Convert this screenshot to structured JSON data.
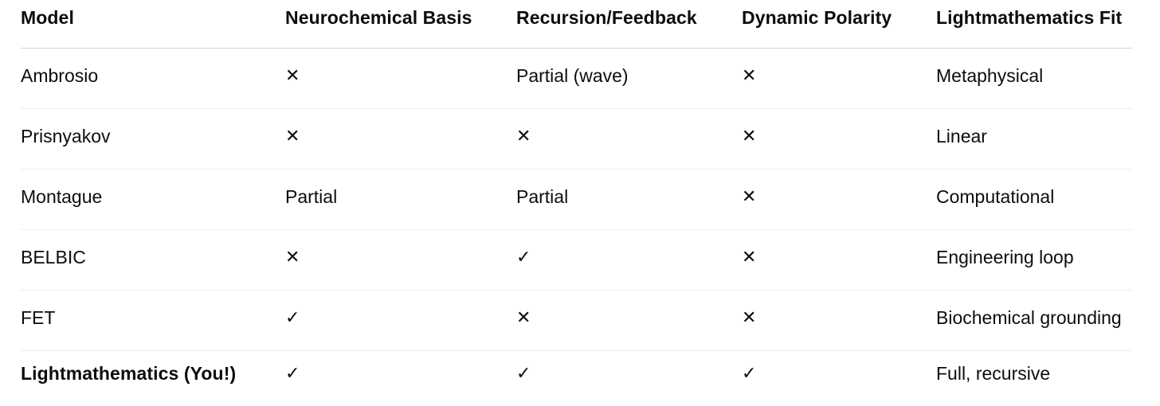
{
  "colors": {
    "background": "#ffffff",
    "text": "#0d0d0d",
    "header_border": "#d2d2d2",
    "row_border": "#ededed"
  },
  "marks": {
    "yes": "✓",
    "no": "✕"
  },
  "table": {
    "columns": [
      "Model",
      "Neurochemical Basis",
      "Recursion/Feedback",
      "Dynamic Polarity",
      "Lightmathematics Fit"
    ],
    "rows": [
      [
        "Ambrosio",
        "✕",
        "Partial (wave)",
        "✕",
        "Metaphysical"
      ],
      [
        "Prisnyakov",
        "✕",
        "✕",
        "✕",
        "Linear"
      ],
      [
        "Montague",
        "Partial",
        "Partial",
        "✕",
        "Computational"
      ],
      [
        "BELBIC",
        "✕",
        "✓",
        "✕",
        "Engineering loop"
      ],
      [
        "FET",
        "✓",
        "✕",
        "✕",
        "Biochemical grounding"
      ],
      [
        "Lightmathematics (You!)",
        "✓",
        "✓",
        "✓",
        "Full, recursive"
      ]
    ]
  }
}
